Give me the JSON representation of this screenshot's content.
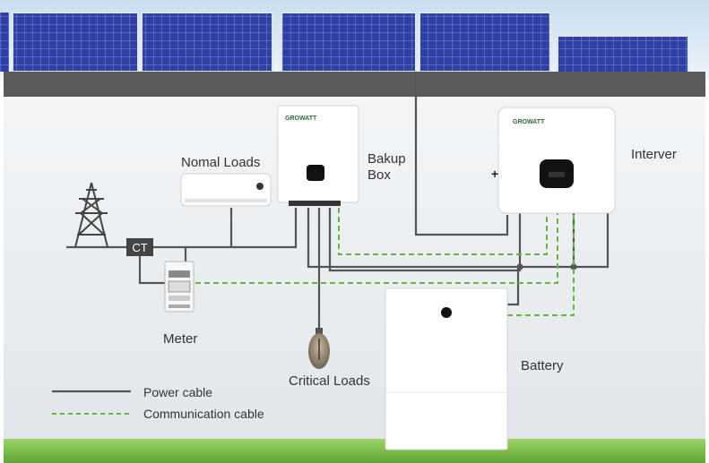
{
  "labels": {
    "normal_loads": "Nomal Loads",
    "backup_box_line1": "Bakup",
    "backup_box_line2": "Box",
    "inverter": "Interver",
    "meter": "Meter",
    "critical_loads": "Critical Loads",
    "battery": "Battery",
    "ct": "CT",
    "brand_backup": "GROWATT",
    "brand_inverter": "GROWATT",
    "plus_sign": "+"
  },
  "legend": {
    "power_cable": "Power cable",
    "communication_cable": "Communication cable"
  },
  "colors": {
    "wall": "#e9ecef",
    "wall_top": "#5a5a5a",
    "sky": "#d8e8f5",
    "solar_panel": "#2f3fa6",
    "power_cable": "#555555",
    "communication_cable": "#6db33f",
    "grass": "#7fc34a",
    "device_body": "#ffffff",
    "ct_box": "#444444"
  },
  "icons": {
    "tower": "transmission-tower-icon",
    "air_conditioner": "air-conditioner-icon",
    "bulb": "light-bulb-icon",
    "meter": "energy-meter-icon"
  }
}
